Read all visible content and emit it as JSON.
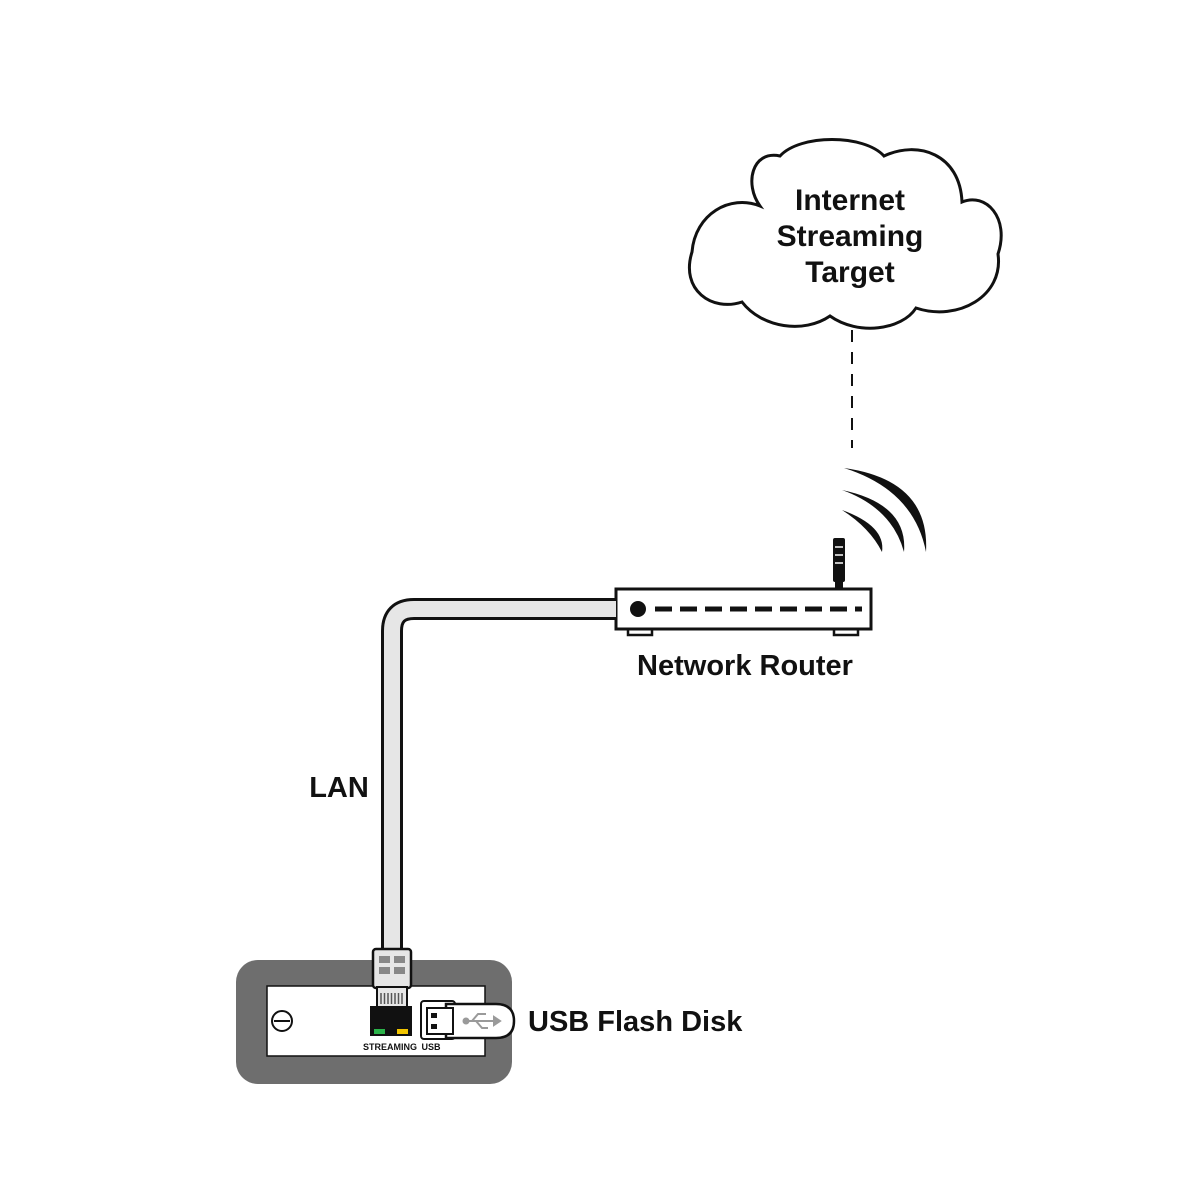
{
  "cloud": {
    "line1": "Internet",
    "line2": "Streaming",
    "line3": "Target"
  },
  "router": {
    "label": "Network Router"
  },
  "cable": {
    "label": "LAN"
  },
  "panel": {
    "streaming_port_label": "STREAMING",
    "usb_port_label": "USB"
  },
  "usb_device": {
    "label": "USB Flash Disk"
  },
  "colors": {
    "outline": "#111111",
    "panel_frame": "#6e6e6e",
    "cable_fill": "#e6e6e6",
    "led_green": "#2bb34a",
    "led_yellow": "#f2c500"
  }
}
